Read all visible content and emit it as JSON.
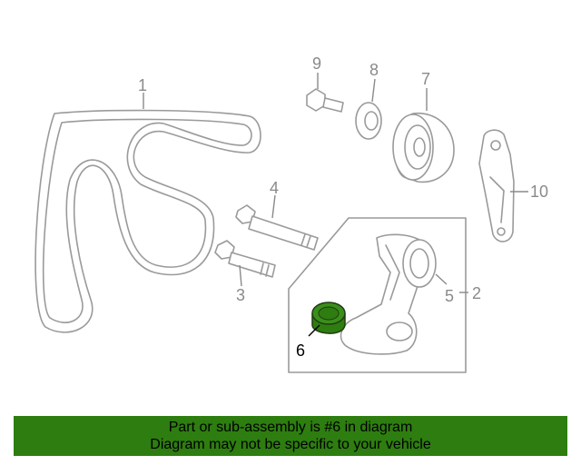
{
  "diagram": {
    "callouts": {
      "c1": "1",
      "c2": "2",
      "c3": "3",
      "c4": "4",
      "c5": "5",
      "c6": "6",
      "c7": "7",
      "c8": "8",
      "c9": "9",
      "c10": "10"
    },
    "highlight_color": "#2e7d10"
  },
  "banner": {
    "line1": "Part or sub-assembly is #6 in diagram",
    "line2": "Diagram may not be specific to your vehicle"
  }
}
